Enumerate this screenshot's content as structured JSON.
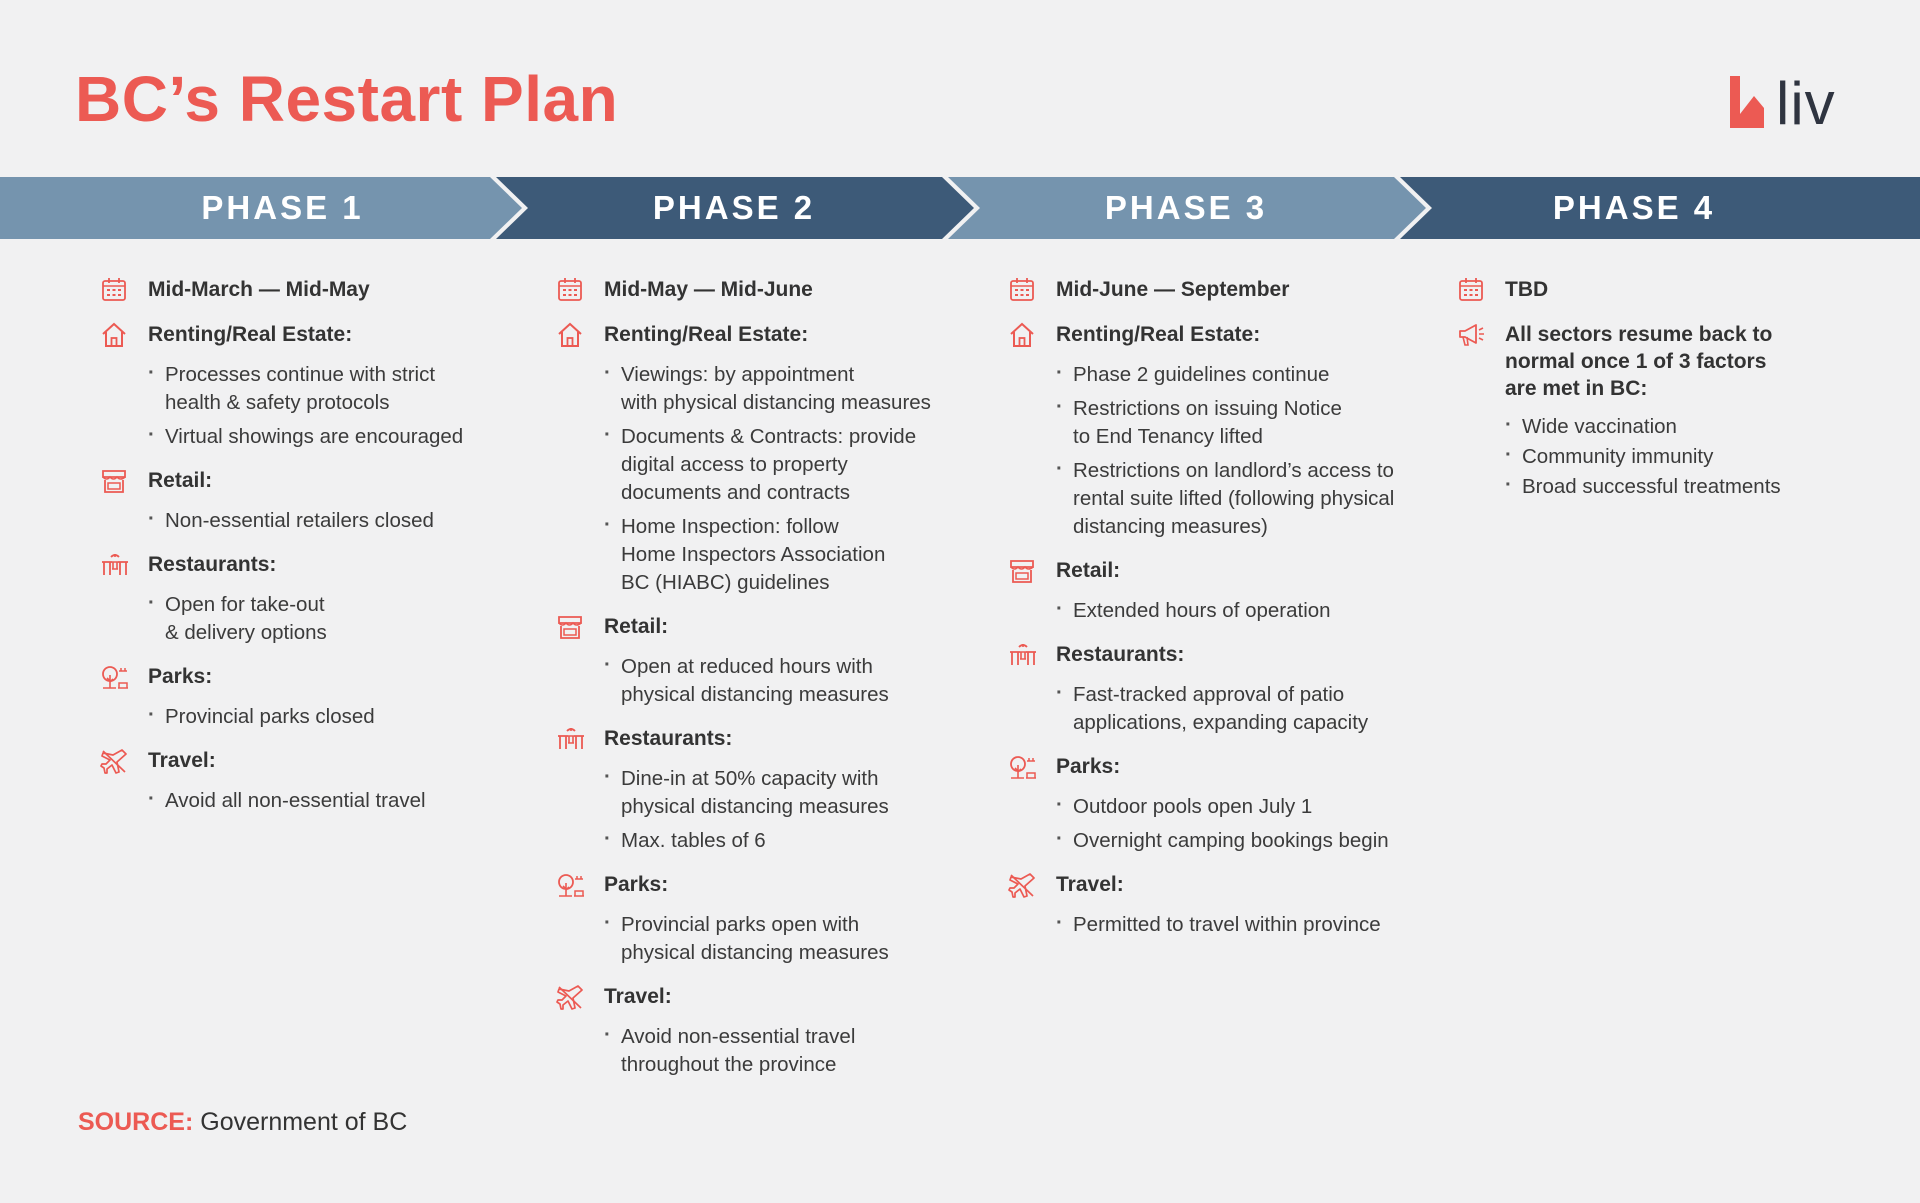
{
  "title": "BC’s Restart Plan",
  "logo": {
    "text": "liv",
    "color": "#ec5a53"
  },
  "colors": {
    "accent": "#ec5a53",
    "phase_light": "#7594ae",
    "phase_dark": "#3d5a78",
    "background": "#f1f1f2"
  },
  "phases": [
    {
      "label": "PHASE 1",
      "period": "Mid-March — Mid-May",
      "sections": [
        {
          "icon": "house-icon",
          "title": "Renting/Real Estate:",
          "items": [
            "Processes continue with strict\nhealth & safety protocols",
            "Virtual showings are encouraged"
          ]
        },
        {
          "icon": "store-icon",
          "title": "Retail:",
          "items": [
            "Non-essential retailers closed"
          ]
        },
        {
          "icon": "restaurant-icon",
          "title": "Restaurants:",
          "items": [
            "Open for take-out\n& delivery options"
          ]
        },
        {
          "icon": "park-icon",
          "title": "Parks:",
          "items": [
            "Provincial parks closed"
          ]
        },
        {
          "icon": "plane-icon",
          "title": "Travel:",
          "items": [
            "Avoid all non-essential travel"
          ]
        }
      ]
    },
    {
      "label": "PHASE 2",
      "period": "Mid-May — Mid-June",
      "sections": [
        {
          "icon": "house-icon",
          "title": "Renting/Real Estate:",
          "items": [
            "Viewings: by appointment\nwith physical distancing measures",
            "Documents & Contracts: provide\ndigital access to property\ndocuments and contracts",
            "Home Inspection: follow\nHome Inspectors Association\nBC (HIABC) guidelines"
          ]
        },
        {
          "icon": "store-icon",
          "title": "Retail:",
          "items": [
            "Open at reduced hours with\nphysical distancing measures"
          ]
        },
        {
          "icon": "restaurant-icon",
          "title": "Restaurants:",
          "items": [
            "Dine-in at 50% capacity with\nphysical distancing measures",
            "Max. tables of 6"
          ]
        },
        {
          "icon": "park-icon",
          "title": "Parks:",
          "items": [
            "Provincial parks open with\nphysical distancing measures"
          ]
        },
        {
          "icon": "plane-icon",
          "title": "Travel:",
          "items": [
            "Avoid non-essential travel\nthroughout the province"
          ]
        }
      ]
    },
    {
      "label": "PHASE 3",
      "period": "Mid-June — September",
      "sections": [
        {
          "icon": "house-icon",
          "title": "Renting/Real Estate:",
          "items": [
            "Phase 2 guidelines continue",
            "Restrictions on issuing Notice\nto End Tenancy lifted",
            "Restrictions on landlord’s access to\nrental suite lifted (following physical\ndistancing measures)"
          ]
        },
        {
          "icon": "store-icon",
          "title": "Retail:",
          "items": [
            "Extended hours of operation"
          ]
        },
        {
          "icon": "restaurant-icon",
          "title": "Restaurants:",
          "items": [
            "Fast-tracked approval of patio\napplications, expanding capacity"
          ]
        },
        {
          "icon": "park-icon",
          "title": "Parks:",
          "items": [
            "Outdoor pools open July 1",
            "Overnight camping bookings begin"
          ]
        },
        {
          "icon": "plane-icon",
          "title": "Travel:",
          "items": [
            "Permitted to travel within province"
          ]
        }
      ]
    },
    {
      "label": "PHASE 4",
      "period": "TBD",
      "sections": [
        {
          "icon": "megaphone-icon",
          "title": "All sectors resume back to\nnormal once 1 of 3 factors\nare met in BC:",
          "items": [
            "Wide vaccination",
            "Community immunity",
            "Broad successful treatments"
          ]
        }
      ]
    }
  ],
  "source": {
    "label": "SOURCE:",
    "text": "Government of BC"
  }
}
